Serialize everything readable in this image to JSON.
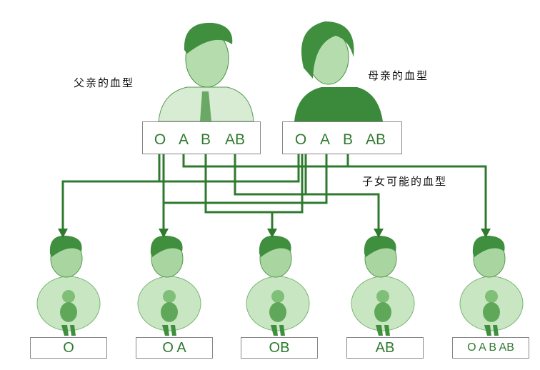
{
  "labels": {
    "father": "父亲的血型",
    "mother": "母亲的血型",
    "children": "子女可能的血型"
  },
  "father_types": [
    "O",
    "A",
    "B",
    "AB"
  ],
  "mother_types": [
    "O",
    "A",
    "B",
    "AB"
  ],
  "child_results": [
    "O",
    "O A",
    "OB",
    "AB",
    "O A B AB"
  ],
  "colors": {
    "line": "#2f7a2f",
    "figure": "#a9d6a0",
    "hair": "#3f8f3f",
    "shirt_mother": "#3b8a3b"
  }
}
